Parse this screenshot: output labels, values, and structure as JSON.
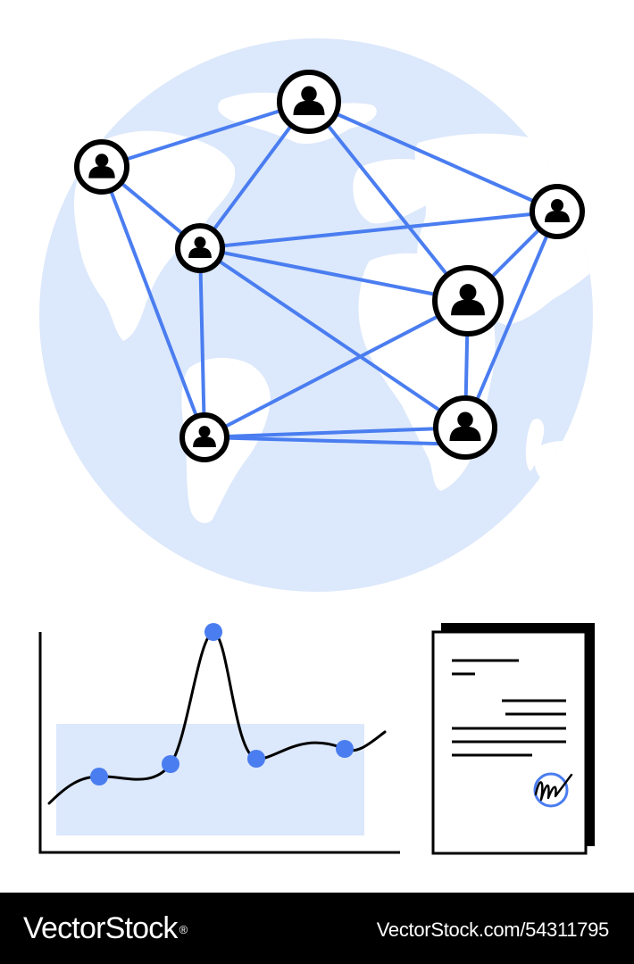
{
  "watermark": {
    "brand": "VectorStock",
    "brand_registered_mark": "®",
    "image_id": "VectorStock.com/54311795"
  },
  "colors": {
    "globe_fill": "#dce8fb",
    "continent_fill": "#ffffff",
    "connection_line": "#4a7df0",
    "node_outline": "#000000",
    "chart_dot": "#4a7df0",
    "chart_band": "#dce8fb",
    "footer_background": "#000000",
    "footer_text": "#ffffff"
  },
  "icons": {
    "globe": "globe-icon",
    "user_node": "user-icon",
    "line_chart": "line-chart-icon",
    "document": "signed-document-icon",
    "signature_seal": "signature-seal-icon"
  },
  "network": {
    "user_count": 7,
    "connection_count": 16
  }
}
